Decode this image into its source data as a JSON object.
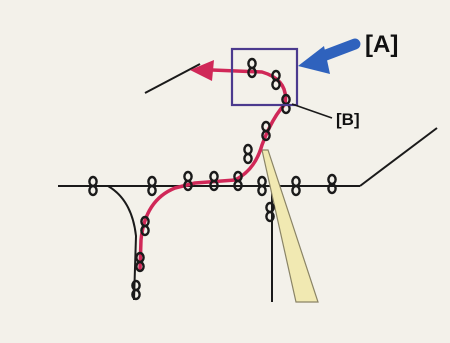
{
  "labels": {
    "a": "[A]",
    "b": "[B]"
  },
  "colors": {
    "paper": "#f3f1ea",
    "ink": "#1a1a1a",
    "pathway": "#d02858",
    "callout_arrow": "#2f62bd",
    "highlight_box": "#4b3a8e",
    "needle_fill": "#f1e9b2"
  },
  "icons": {
    "path_arrowhead": "arrowhead",
    "callout_arrow": "callout-arrow"
  }
}
